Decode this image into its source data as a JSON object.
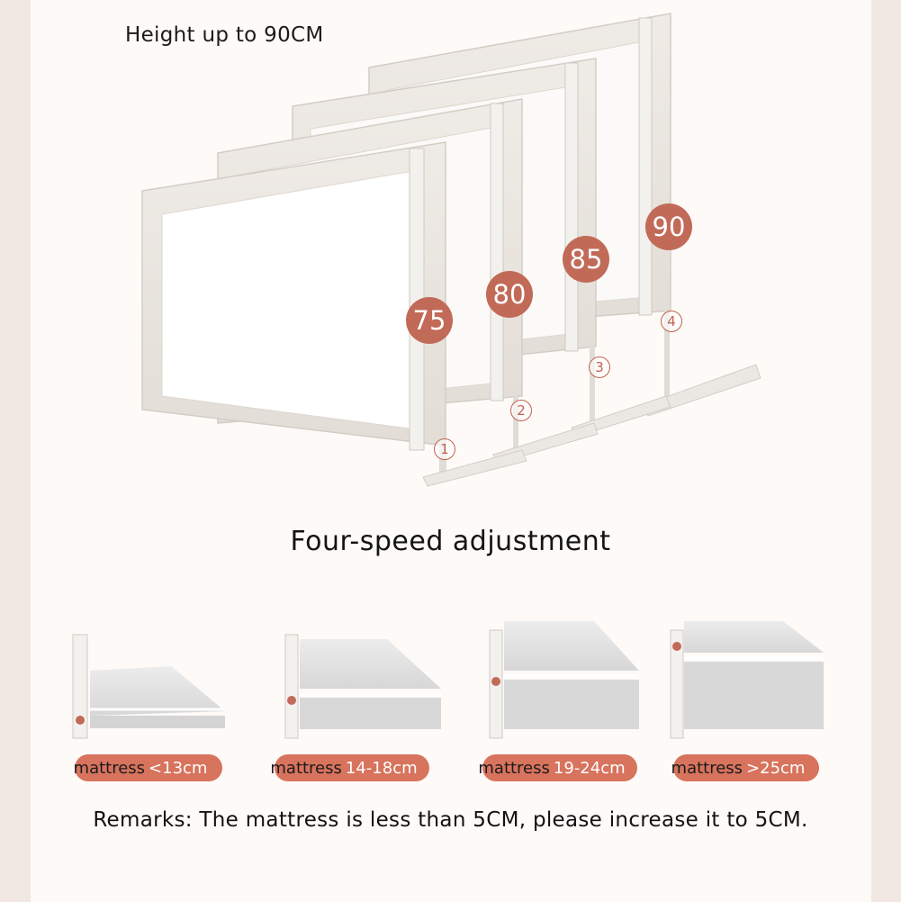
{
  "header": {
    "height_note": "Height up to 90CM"
  },
  "heights": [
    {
      "value": "75",
      "step": "1"
    },
    {
      "value": "80",
      "step": "2"
    },
    {
      "value": "85",
      "step": "3"
    },
    {
      "value": "90",
      "step": "4"
    }
  ],
  "heading": "Four-speed adjustment",
  "mattress_options": [
    {
      "prefix": "mattress",
      "range": "<13cm"
    },
    {
      "prefix": "mattress",
      "range": "14-18cm"
    },
    {
      "prefix": "mattress",
      "range": "19-24cm"
    },
    {
      "prefix": "mattress",
      "range": ">25cm"
    }
  ],
  "remarks": "Remarks: The mattress is less than 5CM, please increase it to 5CM.",
  "colors": {
    "accent": "#c26a58",
    "pill": "#d8735d",
    "background": "#fdfaf8",
    "rail": "#e9e4de"
  }
}
